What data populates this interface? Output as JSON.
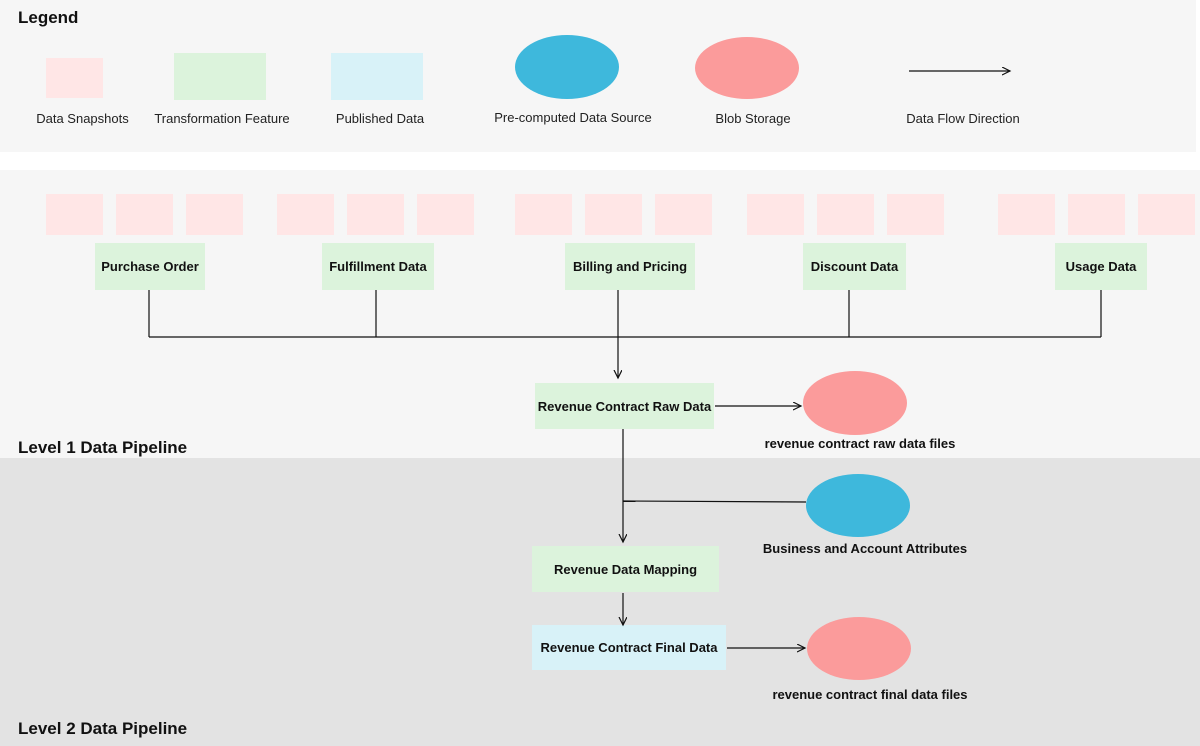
{
  "legend": {
    "title": "Legend",
    "items": [
      {
        "label": "Data Snapshots",
        "icon": "data-snapshot-swatch"
      },
      {
        "label": "Transformation Feature",
        "icon": "transformation-swatch"
      },
      {
        "label": "Published Data",
        "icon": "published-swatch"
      },
      {
        "label": "Pre-computed Data Source",
        "icon": "precomputed-ellipse"
      },
      {
        "label": "Blob Storage",
        "icon": "blob-ellipse"
      },
      {
        "label": "Data Flow Direction",
        "icon": "arrow-icon"
      }
    ]
  },
  "level1": {
    "title": "Level 1 Data Pipeline",
    "sources": [
      {
        "label": "Purchase Order"
      },
      {
        "label": "Fulfillment Data"
      },
      {
        "label": "Billing and Pricing"
      },
      {
        "label": "Discount Data"
      },
      {
        "label": "Usage Data"
      }
    ],
    "raw_node": "Revenue Contract Raw Data",
    "raw_blob": "revenue contract raw data files"
  },
  "level2": {
    "title": "Level 2 Data Pipeline",
    "attributes_source": "Business and Account Attributes",
    "mapping_node": "Revenue Data Mapping",
    "final_node": "Revenue Contract Final Data",
    "final_blob": "revenue contract final data files"
  },
  "colors": {
    "snapshot": "#ffe6e6",
    "transformation": "#dcf3dc",
    "published": "#d8f2f8",
    "precomputed": "#3eb8dc",
    "blob": "#fb9b9b",
    "level1_bg": "#f6f6f6",
    "level2_bg": "#e3e3e3"
  }
}
